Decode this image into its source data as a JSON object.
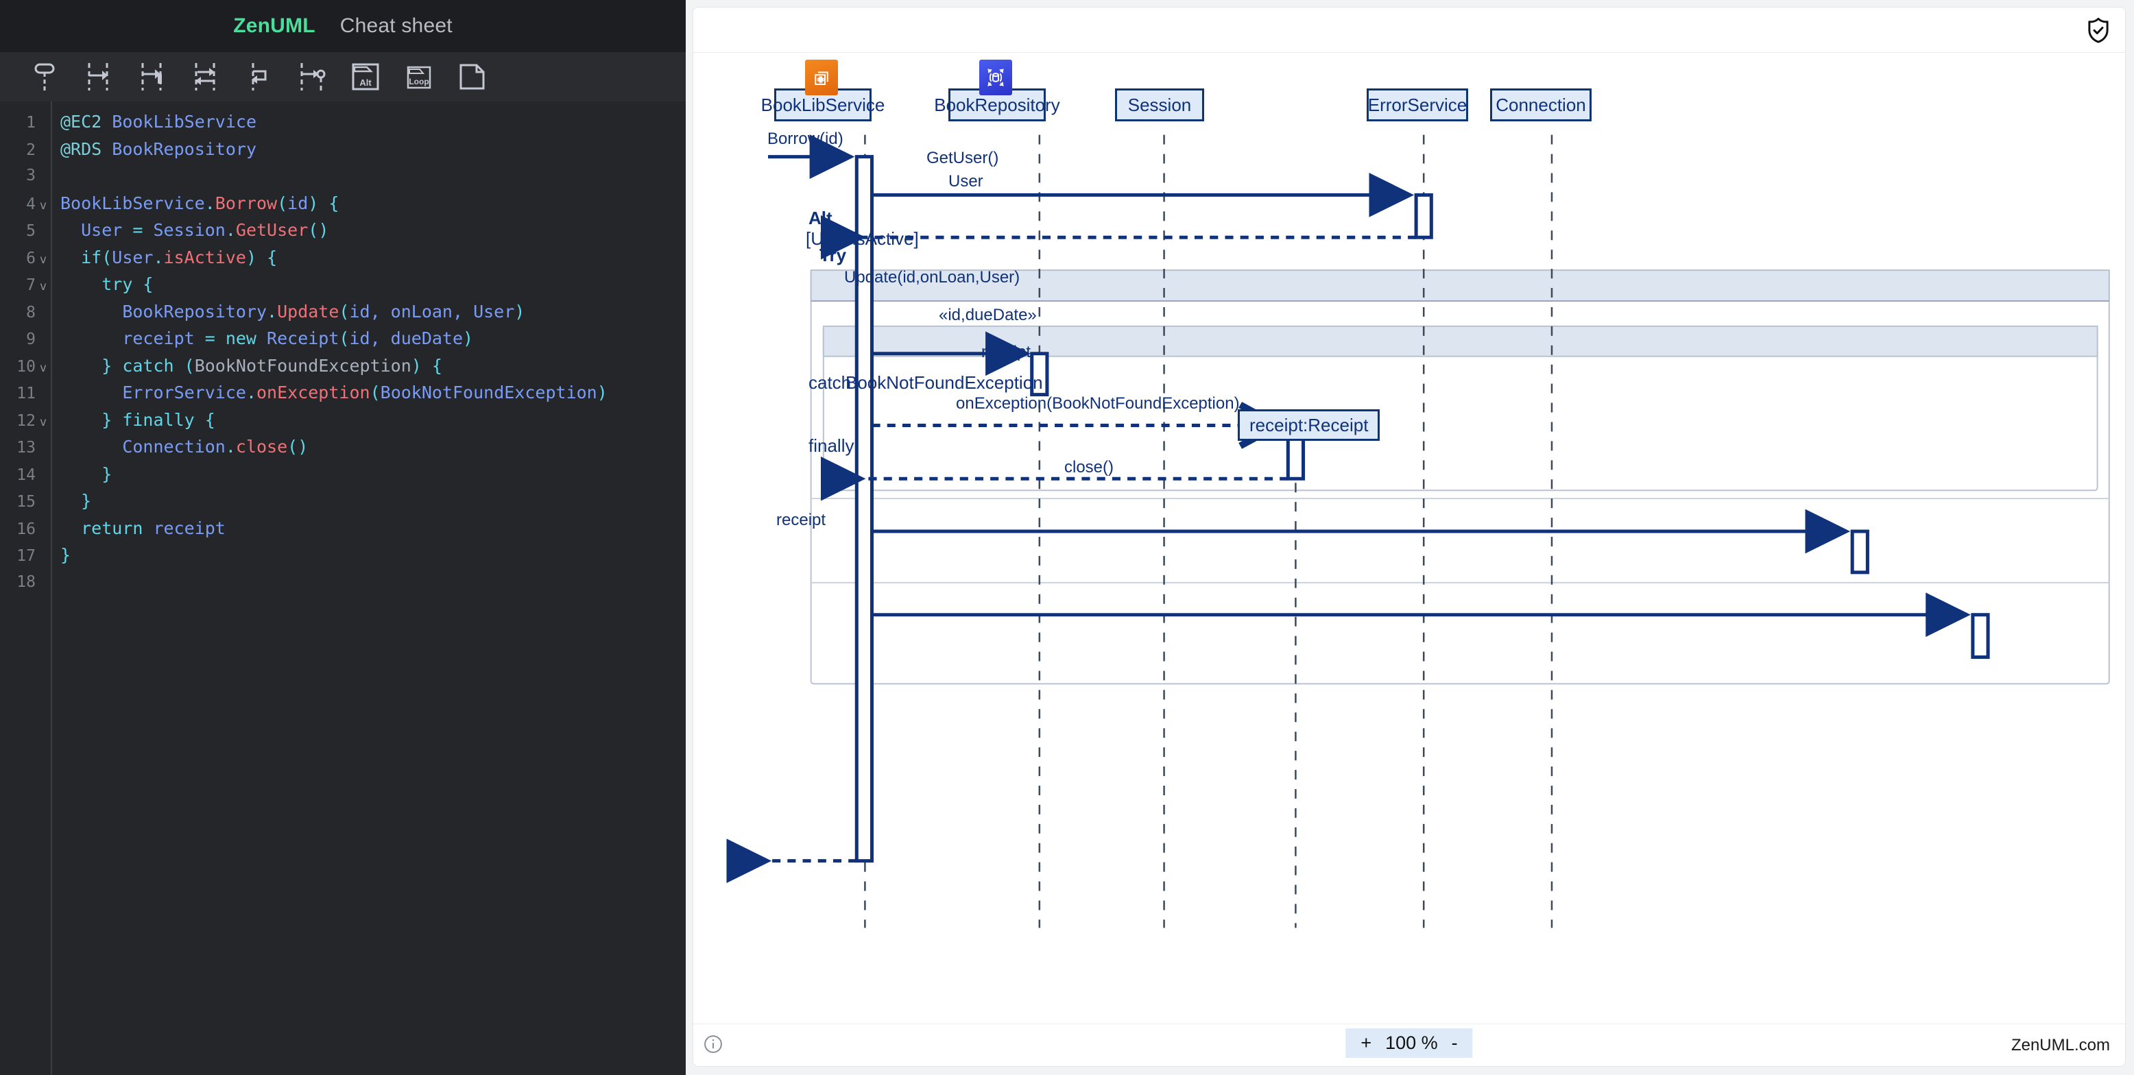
{
  "editor": {
    "brand": "ZenUML",
    "cheat_sheet": "Cheat sheet",
    "toolbar_icons": [
      "participant-icon",
      "sync-message-icon",
      "async-message-icon",
      "reply-message-icon",
      "self-message-icon",
      "creation-message-icon",
      "alt-fragment-icon",
      "loop-fragment-icon",
      "note-icon"
    ],
    "lines": [
      {
        "n": "1",
        "fold": "",
        "tokens": [
          {
            "t": "@EC2",
            "c": "t-ann"
          },
          {
            "t": " ",
            "c": "t-pln"
          },
          {
            "t": "BookLibService",
            "c": "t-id"
          }
        ]
      },
      {
        "n": "2",
        "fold": "",
        "tokens": [
          {
            "t": "@RDS",
            "c": "t-ann"
          },
          {
            "t": " ",
            "c": "t-pln"
          },
          {
            "t": "BookRepository",
            "c": "t-id"
          }
        ]
      },
      {
        "n": "3",
        "fold": "",
        "tokens": []
      },
      {
        "n": "4",
        "fold": "v",
        "tokens": [
          {
            "t": "BookLibService",
            "c": "t-id"
          },
          {
            "t": ".",
            "c": "t-kw"
          },
          {
            "t": "Borrow",
            "c": "t-mth"
          },
          {
            "t": "(",
            "c": "t-kw"
          },
          {
            "t": "id",
            "c": "t-id"
          },
          {
            "t": ") {",
            "c": "t-kw"
          }
        ]
      },
      {
        "n": "5",
        "fold": "",
        "tokens": [
          {
            "t": "  ",
            "c": "t-pln"
          },
          {
            "t": "User",
            "c": "t-id"
          },
          {
            "t": " = ",
            "c": "t-kw"
          },
          {
            "t": "Session",
            "c": "t-id"
          },
          {
            "t": ".",
            "c": "t-kw"
          },
          {
            "t": "GetUser",
            "c": "t-mth"
          },
          {
            "t": "()",
            "c": "t-kw"
          }
        ]
      },
      {
        "n": "6",
        "fold": "v",
        "tokens": [
          {
            "t": "  ",
            "c": "t-pln"
          },
          {
            "t": "if",
            "c": "t-kw"
          },
          {
            "t": "(",
            "c": "t-kw"
          },
          {
            "t": "User",
            "c": "t-id"
          },
          {
            "t": ".",
            "c": "t-kw"
          },
          {
            "t": "isActive",
            "c": "t-mth"
          },
          {
            "t": ") {",
            "c": "t-kw"
          }
        ]
      },
      {
        "n": "7",
        "fold": "v",
        "tokens": [
          {
            "t": "    ",
            "c": "t-pln"
          },
          {
            "t": "try",
            "c": "t-kw"
          },
          {
            "t": " {",
            "c": "t-kw"
          }
        ]
      },
      {
        "n": "8",
        "fold": "",
        "tokens": [
          {
            "t": "      ",
            "c": "t-pln"
          },
          {
            "t": "BookRepository",
            "c": "t-id"
          },
          {
            "t": ".",
            "c": "t-kw"
          },
          {
            "t": "Update",
            "c": "t-mth"
          },
          {
            "t": "(",
            "c": "t-kw"
          },
          {
            "t": "id, onLoan, User",
            "c": "t-id"
          },
          {
            "t": ")",
            "c": "t-kw"
          }
        ]
      },
      {
        "n": "9",
        "fold": "",
        "tokens": [
          {
            "t": "      ",
            "c": "t-pln"
          },
          {
            "t": "receipt",
            "c": "t-id"
          },
          {
            "t": " = ",
            "c": "t-kw"
          },
          {
            "t": "new",
            "c": "t-kw"
          },
          {
            "t": " ",
            "c": "t-pln"
          },
          {
            "t": "Receipt",
            "c": "t-id"
          },
          {
            "t": "(",
            "c": "t-kw"
          },
          {
            "t": "id, dueDate",
            "c": "t-id"
          },
          {
            "t": ")",
            "c": "t-kw"
          }
        ]
      },
      {
        "n": "10",
        "fold": "v",
        "tokens": [
          {
            "t": "    ",
            "c": "t-pln"
          },
          {
            "t": "} ",
            "c": "t-kw"
          },
          {
            "t": "catch",
            "c": "t-kw"
          },
          {
            "t": " (",
            "c": "t-kw"
          },
          {
            "t": "BookNotFoundException",
            "c": "t-pln"
          },
          {
            "t": ") {",
            "c": "t-kw"
          }
        ]
      },
      {
        "n": "11",
        "fold": "",
        "tokens": [
          {
            "t": "      ",
            "c": "t-pln"
          },
          {
            "t": "ErrorService",
            "c": "t-id"
          },
          {
            "t": ".",
            "c": "t-kw"
          },
          {
            "t": "onException",
            "c": "t-mth"
          },
          {
            "t": "(",
            "c": "t-kw"
          },
          {
            "t": "BookNotFoundException",
            "c": "t-id"
          },
          {
            "t": ")",
            "c": "t-kw"
          }
        ]
      },
      {
        "n": "12",
        "fold": "v",
        "tokens": [
          {
            "t": "    ",
            "c": "t-pln"
          },
          {
            "t": "} ",
            "c": "t-kw"
          },
          {
            "t": "finally",
            "c": "t-kw"
          },
          {
            "t": " {",
            "c": "t-kw"
          }
        ]
      },
      {
        "n": "13",
        "fold": "",
        "tokens": [
          {
            "t": "      ",
            "c": "t-pln"
          },
          {
            "t": "Connection",
            "c": "t-id"
          },
          {
            "t": ".",
            "c": "t-kw"
          },
          {
            "t": "close",
            "c": "t-mth"
          },
          {
            "t": "()",
            "c": "t-kw"
          }
        ]
      },
      {
        "n": "14",
        "fold": "",
        "tokens": [
          {
            "t": "    ",
            "c": "t-pln"
          },
          {
            "t": "}",
            "c": "t-kw"
          }
        ]
      },
      {
        "n": "15",
        "fold": "",
        "tokens": [
          {
            "t": "  ",
            "c": "t-pln"
          },
          {
            "t": "}",
            "c": "t-kw"
          }
        ]
      },
      {
        "n": "16",
        "fold": "",
        "tokens": [
          {
            "t": "  ",
            "c": "t-pln"
          },
          {
            "t": "return",
            "c": "t-kw"
          },
          {
            "t": " ",
            "c": "t-pln"
          },
          {
            "t": "receipt",
            "c": "t-id"
          }
        ]
      },
      {
        "n": "17",
        "fold": "",
        "tokens": [
          {
            "t": "}",
            "c": "t-kw"
          }
        ]
      },
      {
        "n": "18",
        "fold": "",
        "tokens": []
      }
    ]
  },
  "diagram": {
    "header_icon": "shield-check-icon",
    "participants": [
      {
        "name": "BookLibService",
        "icon": "ec2-icon"
      },
      {
        "name": "BookRepository",
        "icon": "rds-icon"
      },
      {
        "name": "Session",
        "icon": ""
      },
      {
        "name": "ErrorService",
        "icon": ""
      },
      {
        "name": "Connection",
        "icon": ""
      }
    ],
    "created_object": "receipt:Receipt",
    "fragments": [
      {
        "label": "Alt",
        "condition": "[User.isActive]"
      },
      {
        "label": "Try",
        "condition": ""
      }
    ],
    "clauses": [
      {
        "keyword": "catch",
        "detail": "BookNotFoundException"
      },
      {
        "keyword": "finally",
        "detail": ""
      }
    ],
    "messages": [
      {
        "label": "Borrow(id)",
        "kind": "sync"
      },
      {
        "label": "GetUser()",
        "kind": "sync"
      },
      {
        "label": "User",
        "kind": "reply"
      },
      {
        "label": "Update(id,onLoan,User)",
        "kind": "sync"
      },
      {
        "label": "«id,dueDate»",
        "kind": "create"
      },
      {
        "label": "receipt",
        "kind": "reply"
      },
      {
        "label": "onException(BookNotFoundException)",
        "kind": "sync"
      },
      {
        "label": "close()",
        "kind": "sync"
      },
      {
        "label": "receipt",
        "kind": "reply"
      }
    ]
  },
  "footer": {
    "info_icon": "info-icon",
    "zoom_in": "+",
    "zoom_level": "100 %",
    "zoom_out": "-",
    "watermark": "ZenUML.com"
  },
  "colors": {
    "brand_green": "#4ade9b",
    "diagram_navy": "#10327a",
    "diagram_border": "#0d3573",
    "participant_fill": "#dfeaf9",
    "fragment_header": "#dde5f0",
    "editor_bg": "#24262a",
    "ec2_orange": "#e8760f",
    "rds_blue": "#3a44e0"
  }
}
